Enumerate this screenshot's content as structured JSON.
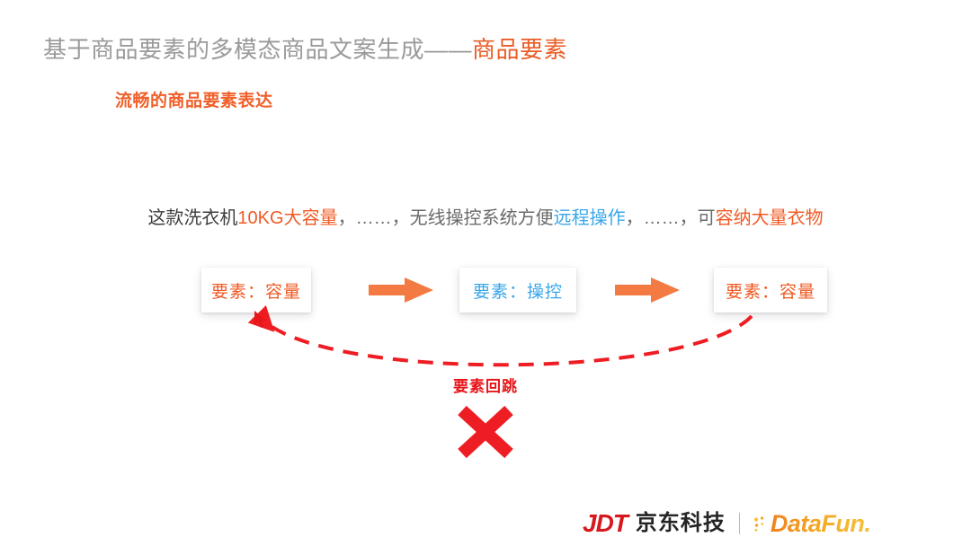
{
  "slide": {
    "title": {
      "main": "基于商品要素的多模态商品文案生成——",
      "accent": "商品要素"
    },
    "subtitle": "流畅的商品要素表达",
    "sentence": {
      "part1": "这款洗衣机",
      "highlight1": "10KG大容量",
      "part2": "，……，无线操控系统方便",
      "highlight2": "远程操作",
      "part3": "，……，可",
      "highlight3": "容纳大量衣物"
    },
    "element_boxes": [
      {
        "label": "要素：容量",
        "color": "#f05a24"
      },
      {
        "label": "要素：操控",
        "color": "#3aa6e8"
      },
      {
        "label": "要素：容量",
        "color": "#f05a24"
      }
    ],
    "feedback": {
      "label": "要素回跳",
      "color": "#e8161a",
      "marker": "reject-x"
    },
    "arrows": {
      "flow_color": "#f37a43",
      "feedback_color": "#ee1d23"
    }
  },
  "footer": {
    "jdt_mark": "JDT",
    "jd_name": "京东科技",
    "divider": "|",
    "datafun": "DataFun.",
    "colors": {
      "jdt": "#d7191e",
      "jd_name": "#242424",
      "datafun": "#f5a623"
    }
  },
  "theme": {
    "background": "#ffffff",
    "title_gray": "#9a9a9a",
    "accent_orange": "#ea5d26",
    "accent_blue": "#3aa6e8",
    "accent_red": "#e8161a"
  }
}
